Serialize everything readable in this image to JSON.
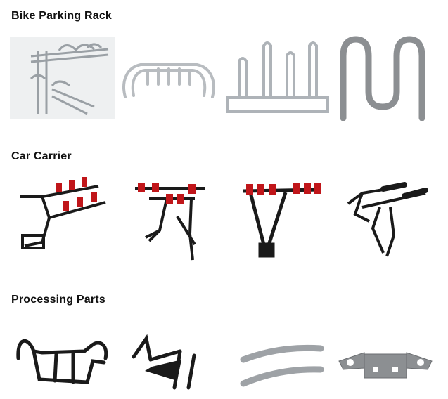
{
  "sections": [
    {
      "title": "Bike Parking Rack",
      "items": [
        "two-tier-bike-rack",
        "wave-tube-bike-rack",
        "vertical-frame-bike-rack",
        "serpentine-bike-rack"
      ]
    },
    {
      "title": "Car Carrier",
      "items": [
        "trunk-mount-carrier-3-bike",
        "strap-trunk-carrier",
        "towball-v-carrier",
        "folding-arm-carrier"
      ]
    },
    {
      "title": "Processing Parts",
      "items": [
        "bent-tube-frame",
        "bracket-frame",
        "curved-steel-tubes",
        "stamped-metal-bracket"
      ]
    }
  ],
  "colors": {
    "steel": "#b8bcc0",
    "black": "#1a1a1a",
    "red": "#c0161a",
    "grey": "#8c8f92"
  }
}
